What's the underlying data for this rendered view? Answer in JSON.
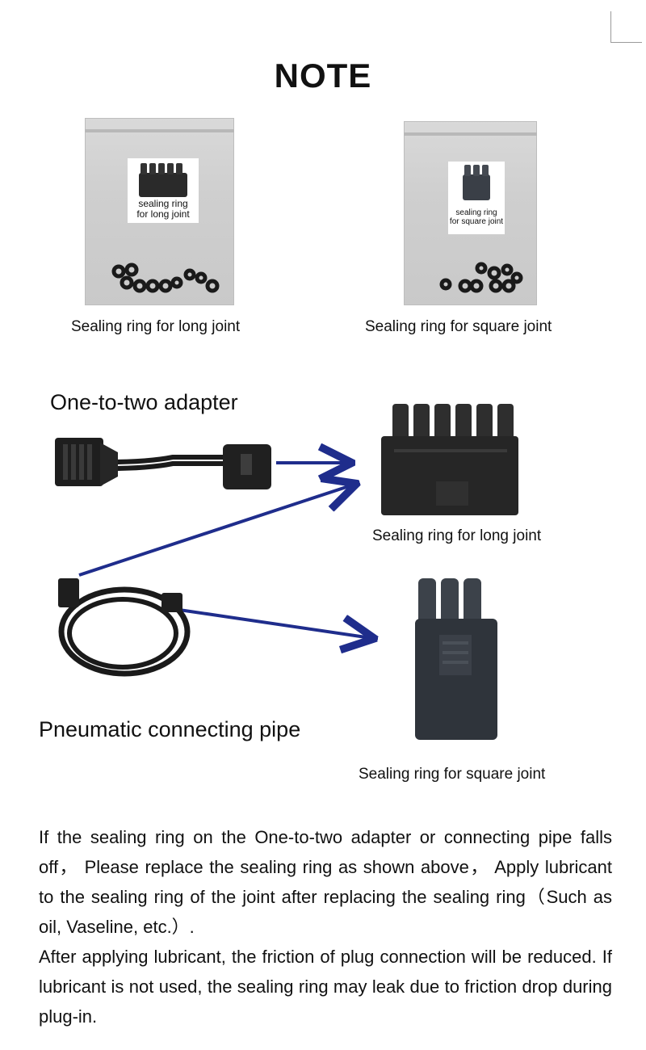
{
  "title": "NOTE",
  "bags": [
    {
      "card_label_line1": "sealing ring",
      "card_label_line2": "for long joint",
      "caption": "Sealing ring for long joint"
    },
    {
      "card_label_line1": "sealing ring",
      "card_label_line2": "for square joint",
      "caption": "Sealing ring for square joint"
    }
  ],
  "diagram": {
    "adapter_label": "One-to-two adapter",
    "pipe_label": "Pneumatic connecting pipe",
    "long_joint_caption": "Sealing ring for long joint",
    "square_joint_caption": "Sealing ring for square joint",
    "arrow_color": "#1f2d8c"
  },
  "instructions": {
    "paragraph1": "If the sealing ring on the One-to-two adapter or connecting pipe falls off， Please replace the sealing ring as shown above， Apply lubricant to the sealing ring of the joint after replacing the sealing ring（Such as oil, Vaseline, etc.）.",
    "paragraph2": "After applying lubricant, the friction of plug connection will be reduced. If lubricant is not used, the sealing ring may leak due to friction drop during plug-in."
  }
}
